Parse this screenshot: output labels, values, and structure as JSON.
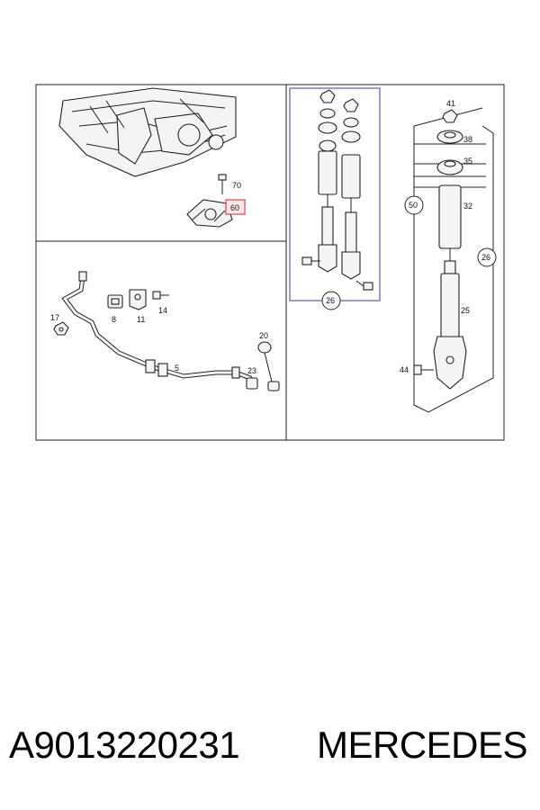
{
  "labels": {
    "p70": "70",
    "p60": "60",
    "p17": "17",
    "p8": "8",
    "p11": "11",
    "p14": "14",
    "p5": "5",
    "p20": "20",
    "p23": "23",
    "p26a": "26",
    "p41": "41",
    "p38": "38",
    "p35": "35",
    "p50": "50",
    "p32": "32",
    "p26b": "26",
    "p25": "25",
    "p44": "44"
  },
  "caption": {
    "part_number": "A9013220231",
    "brand": "MERCEDES"
  },
  "colors": {
    "highlight": "#d9414b",
    "highlight_fill": "#fde8e8",
    "group_box": "#5a5fa8",
    "line": "#222222"
  }
}
